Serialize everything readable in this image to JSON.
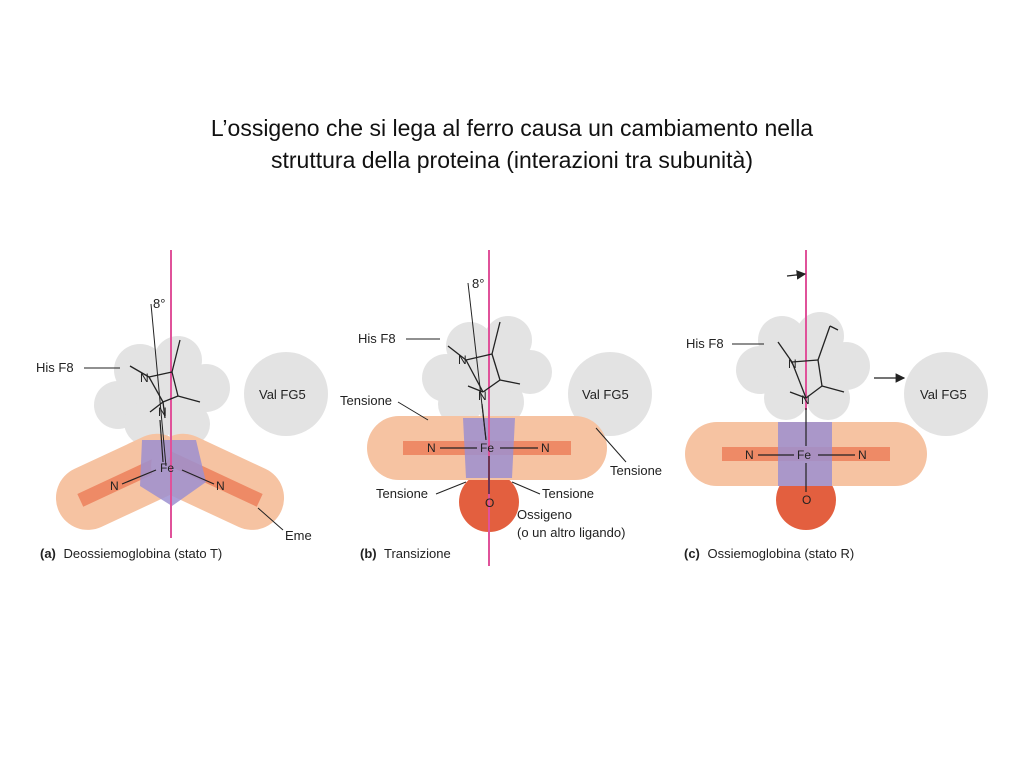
{
  "title": {
    "line1": "L’ossigeno che si lega al ferro causa un cambiamento nella",
    "line2": "struttura della proteina (interazioni tra subunità)"
  },
  "atoms": {
    "fe": "Fe",
    "n": "N",
    "o": "O"
  },
  "colors": {
    "pink_axis": "#e0529a",
    "heme": "#f6c3a2",
    "heme_bar": "#ee8a66",
    "iron_zone": "#9c8fd0",
    "oxygen": "#e35f3f",
    "protein": "#e3e3e3"
  },
  "panels": {
    "a": {
      "angle": "8°",
      "his": "His F8",
      "val": "Val FG5",
      "heme": "Eme",
      "caption_letter": "(a)",
      "caption_text": "Deossiemoglobina (stato T)"
    },
    "b": {
      "angle": "8°",
      "his": "His F8",
      "val": "Val FG5",
      "tension": "Tensione",
      "oxygen_line1": "Ossigeno",
      "oxygen_line2": "(o un altro ligando)",
      "caption_letter": "(b)",
      "caption_text": "Transizione"
    },
    "c": {
      "his": "His F8",
      "val": "Val FG5",
      "caption_letter": "(c)",
      "caption_text": "Ossiemoglobina (stato R)"
    }
  }
}
